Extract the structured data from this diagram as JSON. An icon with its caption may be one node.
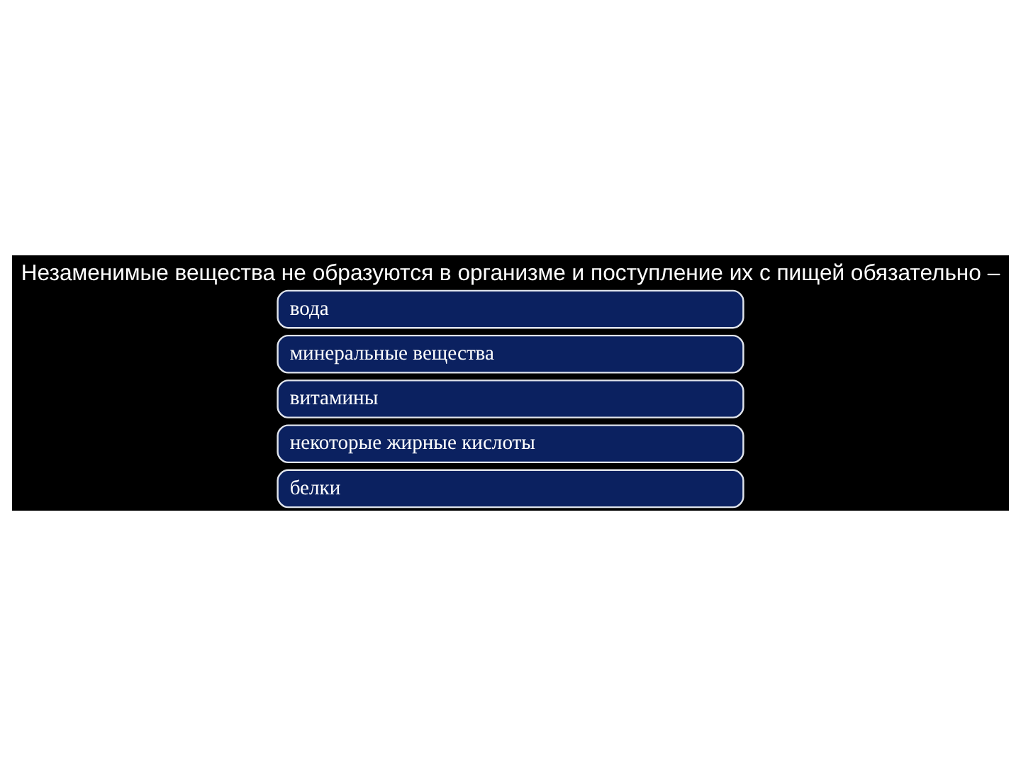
{
  "diagram": {
    "title": "Незаменимые вещества не образуются в организме и поступление их с пищей обязательно –",
    "nodes": [
      {
        "text": [
          "белки"
        ]
      },
      {
        "text": [
          "некоторые жирные кислоты"
        ]
      },
      {
        "text": [
          "витамины"
        ]
      },
      {
        "text": [
          "минеральные вещества"
        ]
      },
      {
        "text": [
          "вода"
        ]
      }
    ]
  }
}
